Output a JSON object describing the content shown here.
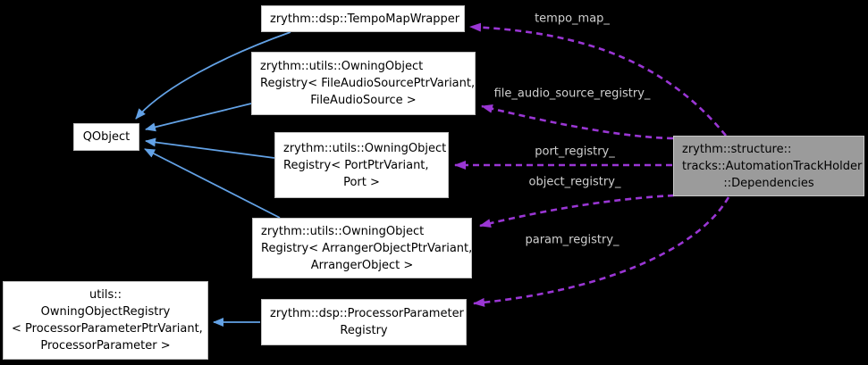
{
  "diagram": {
    "type": "collaboration-graph",
    "colors": {
      "inheritance_arrow": "#63a2e6",
      "usage_arrow": "#9a36d4",
      "node_fill": "#ffffff",
      "node_border": "#c0c0c0",
      "highlight_fill": "#9b9b9b",
      "highlight_border": "#c8c8c8",
      "node_text": "#000000",
      "edge_label_text": "#d0d0d0",
      "background": "#000000"
    },
    "nodes": {
      "qobject": {
        "lines": [
          "QObject"
        ]
      },
      "tempo_map_wrapper": {
        "lines": [
          "zrythm::dsp::TempoMapWrapper"
        ]
      },
      "file_audio_source_registry": {
        "lines": [
          "zrythm::utils::OwningObject",
          "Registry< FileAudioSourcePtrVariant,",
          "FileAudioSource >"
        ]
      },
      "port_registry": {
        "lines": [
          "zrythm::utils::OwningObject",
          "Registry< PortPtrVariant,",
          "Port >"
        ]
      },
      "arranger_object_registry": {
        "lines": [
          "zrythm::utils::OwningObject",
          "Registry< ArrangerObjectPtrVariant,",
          "ArrangerObject >"
        ]
      },
      "processor_parameter_owning_registry": {
        "lines": [
          "utils::",
          "OwningObjectRegistry",
          "< ProcessorParameterPtrVariant,",
          "ProcessorParameter >"
        ]
      },
      "processor_parameter_registry": {
        "lines": [
          "zrythm::dsp::ProcessorParameter",
          "Registry"
        ]
      },
      "dependencies": {
        "lines": [
          "zrythm::structure::",
          "tracks::AutomationTrackHolder",
          "::Dependencies"
        ]
      }
    },
    "edge_labels": {
      "tempo_map": "tempo_map_",
      "file_audio_source_registry": "file_audio_source_registry_",
      "port_registry": "port_registry_",
      "object_registry": "object_registry_",
      "param_registry": "param_registry_"
    }
  }
}
